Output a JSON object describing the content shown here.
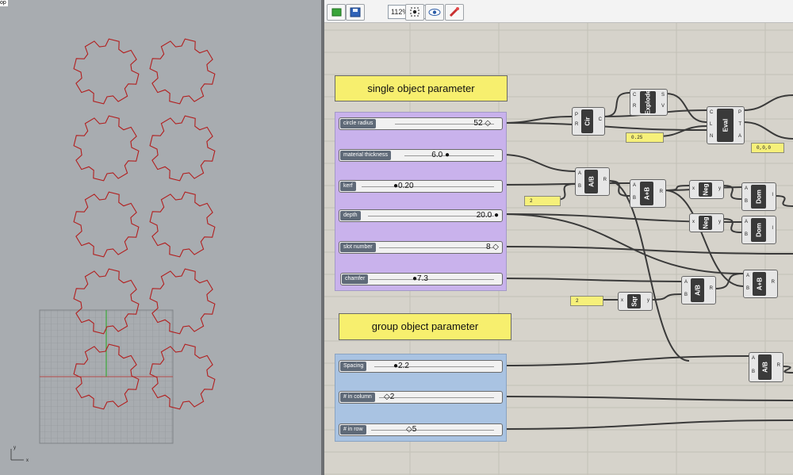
{
  "viewport": {
    "label": "op",
    "axis_x": "x",
    "axis_y": "y"
  },
  "toolbar": {
    "zoom": "112%"
  },
  "groups": [
    {
      "title": "single object parameter"
    },
    {
      "title": "group object parameter"
    }
  ],
  "sliders": [
    {
      "label": "circle radius",
      "value": "52 ◇"
    },
    {
      "label": "material thickness",
      "value": "6.0 ●"
    },
    {
      "label": "kerf",
      "value": "●0.20"
    },
    {
      "label": "depth",
      "value": "20.0 ●"
    },
    {
      "label": "slot number",
      "value": "8 ◇"
    },
    {
      "label": "chamfer",
      "value": "●7.3"
    },
    {
      "label": "Spacing",
      "value": "●2.2"
    },
    {
      "label": "# in column",
      "value": "◇2"
    },
    {
      "label": "# in row",
      "value": "◇5"
    }
  ],
  "panels": [
    "0.25",
    "2",
    "2",
    "0,0,0"
  ],
  "components": [
    {
      "name": "Cir",
      "inputs": [
        "P",
        "R"
      ],
      "outputs": [
        "C"
      ]
    },
    {
      "name": "Explode",
      "inputs": [
        "C",
        "R"
      ],
      "outputs": [
        "S",
        "V"
      ]
    },
    {
      "name": "Eval",
      "inputs": [
        "C",
        "L",
        "N"
      ],
      "outputs": [
        "P",
        "T",
        "A"
      ]
    },
    {
      "name": "A/B",
      "inputs": [
        "A",
        "B"
      ],
      "outputs": [
        "R"
      ]
    },
    {
      "name": "A+B",
      "inputs": [
        "A",
        "B"
      ],
      "outputs": [
        "R"
      ]
    },
    {
      "name": "Neg",
      "inputs": [
        "x"
      ],
      "outputs": [
        "y"
      ]
    },
    {
      "name": "Neg",
      "inputs": [
        "x"
      ],
      "outputs": [
        "y"
      ]
    },
    {
      "name": "Dom",
      "inputs": [
        "A",
        "B"
      ],
      "outputs": [
        "I"
      ]
    },
    {
      "name": "Dom",
      "inputs": [
        "A",
        "B"
      ],
      "outputs": [
        "I"
      ]
    },
    {
      "name": "A/B",
      "inputs": [
        "A",
        "B"
      ],
      "outputs": [
        "R"
      ]
    },
    {
      "name": "A+B",
      "inputs": [
        "A",
        "B"
      ],
      "outputs": [
        "R"
      ]
    },
    {
      "name": "Sqr",
      "inputs": [
        "x"
      ],
      "outputs": [
        "y"
      ]
    },
    {
      "name": "A/B",
      "inputs": [
        "A",
        "B"
      ],
      "outputs": [
        "R"
      ]
    }
  ]
}
